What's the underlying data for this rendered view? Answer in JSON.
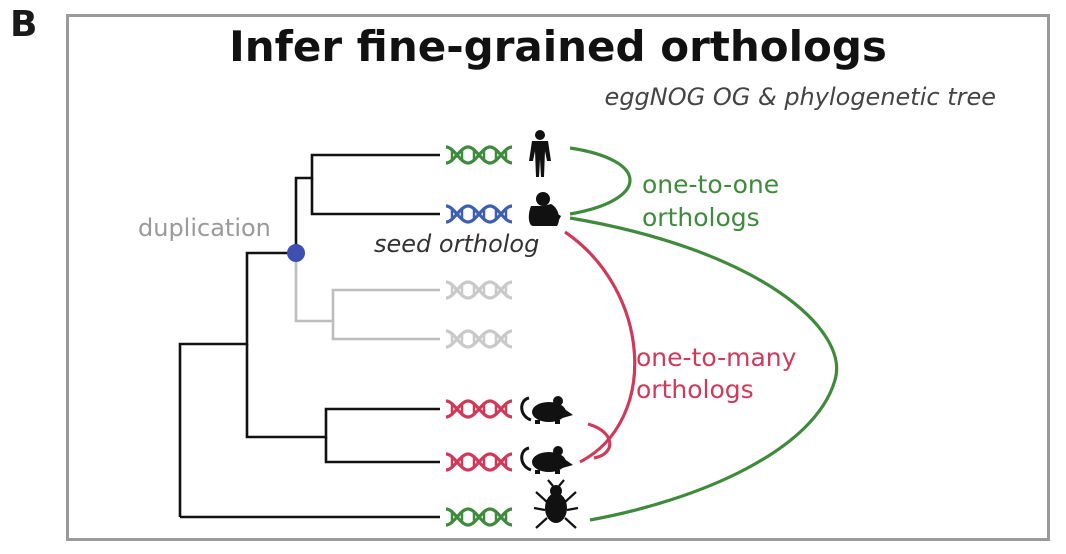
{
  "panel_label": "B",
  "title": "Infer fine-grained orthologs",
  "subtitle": "eggNOG OG & phylogenetic tree",
  "labels": {
    "duplication": "duplication",
    "seed_ortholog": "seed ortholog",
    "one_to_one_line1": "one-to-one",
    "one_to_one_line2": "orthologs",
    "one_to_many_line1": "one-to-many",
    "one_to_many_line2": "orthologs"
  },
  "colors": {
    "green": "#3f8a3c",
    "blue": "#3d5fb0",
    "red": "#d03a5a",
    "grey": "#bdbdbd",
    "black": "#111111",
    "duplication_node": "#3d4fb0"
  },
  "leaves": [
    {
      "species_icon": "human-icon",
      "dna_color": "green"
    },
    {
      "species_icon": "gorilla-icon",
      "dna_color": "blue",
      "seed": true
    },
    {
      "species_icon": "none",
      "dna_color": "grey"
    },
    {
      "species_icon": "none",
      "dna_color": "grey"
    },
    {
      "species_icon": "mouse-icon",
      "dna_color": "red"
    },
    {
      "species_icon": "mouse-icon",
      "dna_color": "red"
    },
    {
      "species_icon": "fly-icon",
      "dna_color": "green"
    }
  ]
}
